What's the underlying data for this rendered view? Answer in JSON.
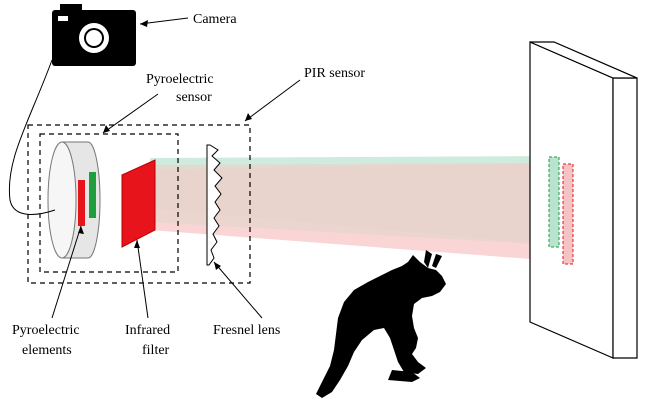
{
  "labels": {
    "camera": "Camera",
    "pir_sensor": "PIR sensor",
    "pyroelectric_sensor": [
      "Pyroelectric",
      "sensor"
    ],
    "pyroelectric_elements": [
      "Pyroelectric",
      "elements"
    ],
    "infrared_filter": [
      "Infrared",
      "filter"
    ],
    "fresnel_lens": "Fresnel lens"
  },
  "colors": {
    "element_red": "#e8141b",
    "element_green": "#1e9e3c",
    "filter_red": "#e8141b",
    "beam_green": "#b9e3cf",
    "beam_red": "#f6c3c5",
    "beam_main": "#e7d4cc",
    "camera": "#000000",
    "silhouette": "#000000"
  },
  "icons": {
    "camera": "camera-icon",
    "animal": "kangaroo-silhouette"
  }
}
